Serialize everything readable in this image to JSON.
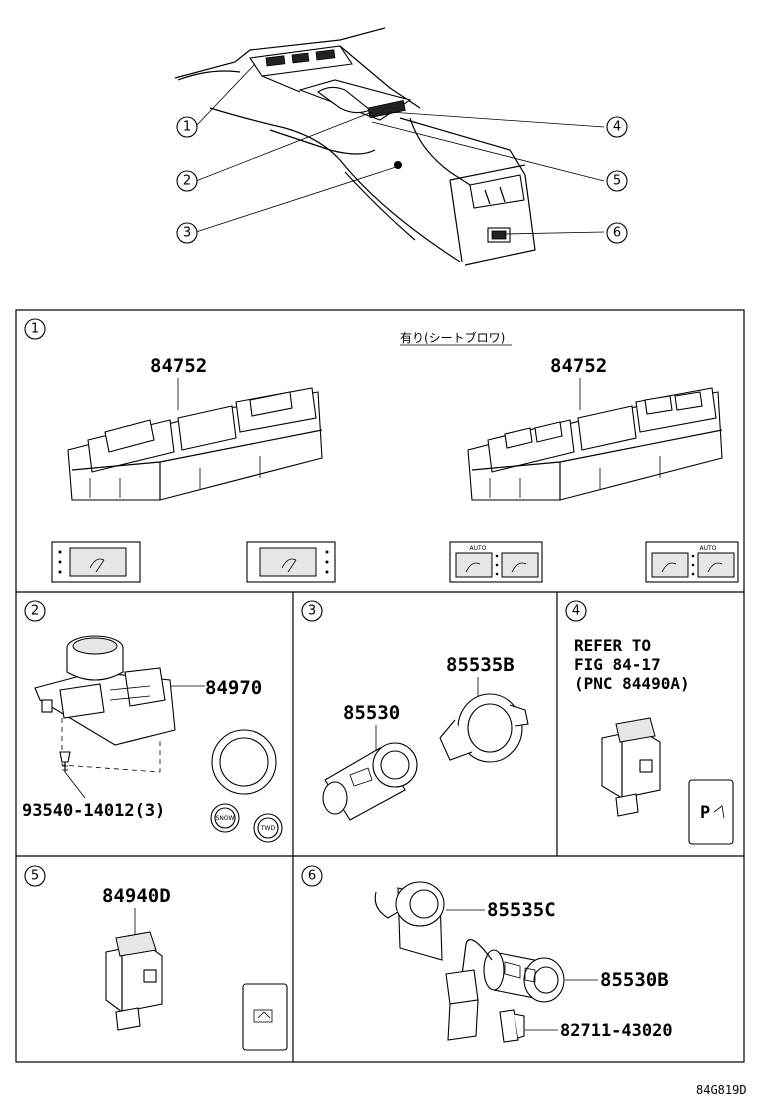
{
  "overview": {
    "callouts": [
      "1",
      "2",
      "3",
      "4",
      "5",
      "6"
    ]
  },
  "panels": {
    "p1": {
      "number": "1",
      "note": "有り(シートブロワ)",
      "left_part": "84752",
      "right_part": "84752",
      "icon_labels": [
        "AUTO",
        "AUTO"
      ]
    },
    "p2": {
      "number": "2",
      "part_main": "84970",
      "part_screw": "93540-14012(3)",
      "button_labels": [
        "SNOW",
        "TWD"
      ]
    },
    "p3": {
      "number": "3",
      "part_a": "85535B",
      "part_b": "85530"
    },
    "p4": {
      "number": "4",
      "refer_line1": "REFER TO",
      "refer_line2": "FIG 84-17",
      "refer_line3": "(PNC 84490A)",
      "icon_text": "P"
    },
    "p5": {
      "number": "5",
      "part": "84940D"
    },
    "p6": {
      "number": "6",
      "part_a": "85535C",
      "part_b": "85530B",
      "part_c": "82711-43020"
    }
  },
  "figure_code": "84G819D"
}
